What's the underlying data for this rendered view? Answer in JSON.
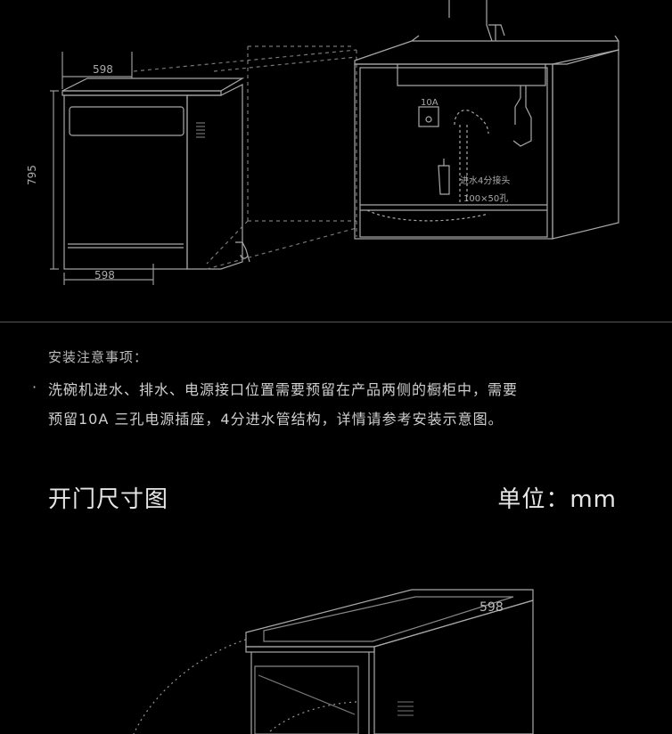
{
  "install_diagram": {
    "width_top": "598",
    "height_side": "795",
    "width_bottom": "598",
    "outlet_label": "10A",
    "inlet_label": "进水4分接头",
    "hole_label": "100×50孔"
  },
  "notes": {
    "title": "安装注意事项：",
    "bullet": "·",
    "line1": "洗碗机进水、排水、电源接口位置需要预留在产品两侧的橱柜中，需要",
    "line2": "预留10A 三孔电源插座，4分进水管结构，详情请参考安装示意图。"
  },
  "door_section": {
    "title": "开门尺寸图",
    "unit": "单位：mm",
    "width_label": "598"
  },
  "colors": {
    "background": "#000000",
    "line": "#b0b0b0",
    "text": "#cfcfcf"
  }
}
